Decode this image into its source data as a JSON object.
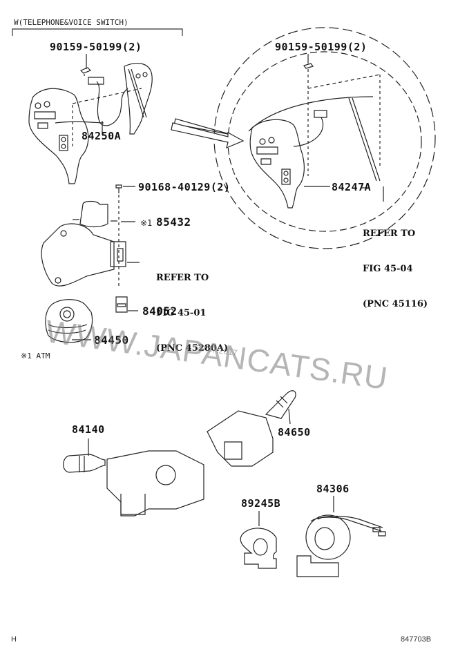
{
  "header": {
    "group_title": "W(TELEPHONE&VOICE SWITCH)"
  },
  "parts": [
    {
      "id": "bolt-left",
      "label": "90159-50199(2)"
    },
    {
      "id": "switch-84250A",
      "label": "84250A"
    },
    {
      "id": "bolt-right",
      "label": "90159-50199(2)"
    },
    {
      "id": "switch-84247A",
      "label": "84247A"
    },
    {
      "id": "screw",
      "label": "90168-40129(2)"
    },
    {
      "id": "part-85432",
      "marker": "※1",
      "label": "85432"
    },
    {
      "id": "part-84052",
      "label": "84052"
    },
    {
      "id": "part-84450",
      "label": "84450"
    },
    {
      "id": "part-84140",
      "label": "84140"
    },
    {
      "id": "part-84650",
      "label": "84650"
    },
    {
      "id": "part-89245B",
      "label": "89245B"
    },
    {
      "id": "part-84306",
      "label": "84306"
    }
  ],
  "references": [
    {
      "id": "ref-45-01",
      "lines": [
        "REFER TO",
        "FIG 45-01",
        "(PNC 45280A)"
      ]
    },
    {
      "id": "ref-45-04",
      "lines": [
        "REFER TO",
        "FIG 45-04",
        "(PNC 45116)"
      ]
    }
  ],
  "notes": {
    "footnote": "※1 ATM"
  },
  "watermark": {
    "text": "WWW.JAPANCATS.RU",
    "date": "20.07.2017"
  },
  "footer": {
    "left_code": "H",
    "illustration_number": "847703B"
  }
}
